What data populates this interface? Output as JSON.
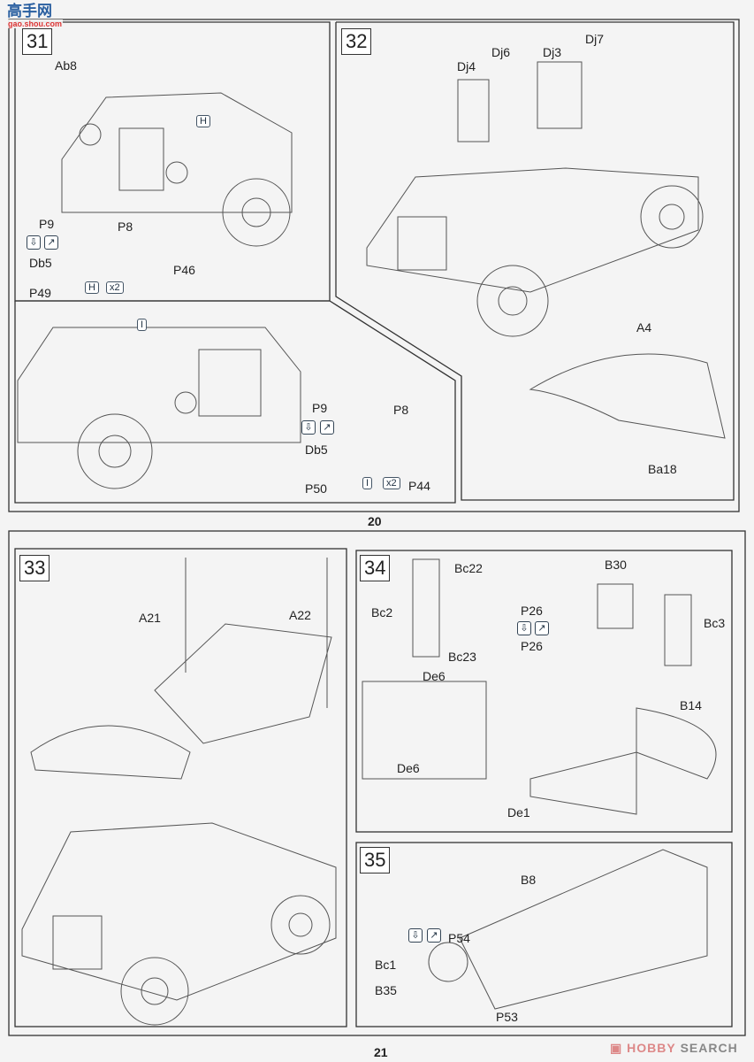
{
  "watermark": {
    "logo": "高手网",
    "url": "gao.shou.com"
  },
  "top_page": {
    "page_number": "20",
    "step31": {
      "number": "31",
      "labels": [
        "Ab8",
        "H",
        "P9",
        "P8",
        "Db5",
        "P46",
        "P49",
        "H",
        "x2",
        "I",
        "P9",
        "P8",
        "Db5",
        "P50",
        "I",
        "x2",
        "P44"
      ]
    },
    "step32": {
      "number": "32",
      "labels": [
        "Dj4",
        "Dj6",
        "Dj3",
        "Dj7",
        "A4",
        "Ba18"
      ]
    }
  },
  "bottom_page": {
    "page_number": "21",
    "step33": {
      "number": "33",
      "labels": [
        "A21",
        "A22"
      ]
    },
    "step34": {
      "number": "34",
      "labels": [
        "Bc22",
        "B30",
        "Bc2",
        "P26",
        "Bc3",
        "P26",
        "Bc23",
        "De6",
        "B14",
        "De6",
        "De1"
      ]
    },
    "step35": {
      "number": "35",
      "labels": [
        "B8",
        "P54",
        "Bc1",
        "B35",
        "P53"
      ]
    }
  },
  "hobby_search": {
    "brand": "HOBBY",
    "word": "SEARCH"
  }
}
